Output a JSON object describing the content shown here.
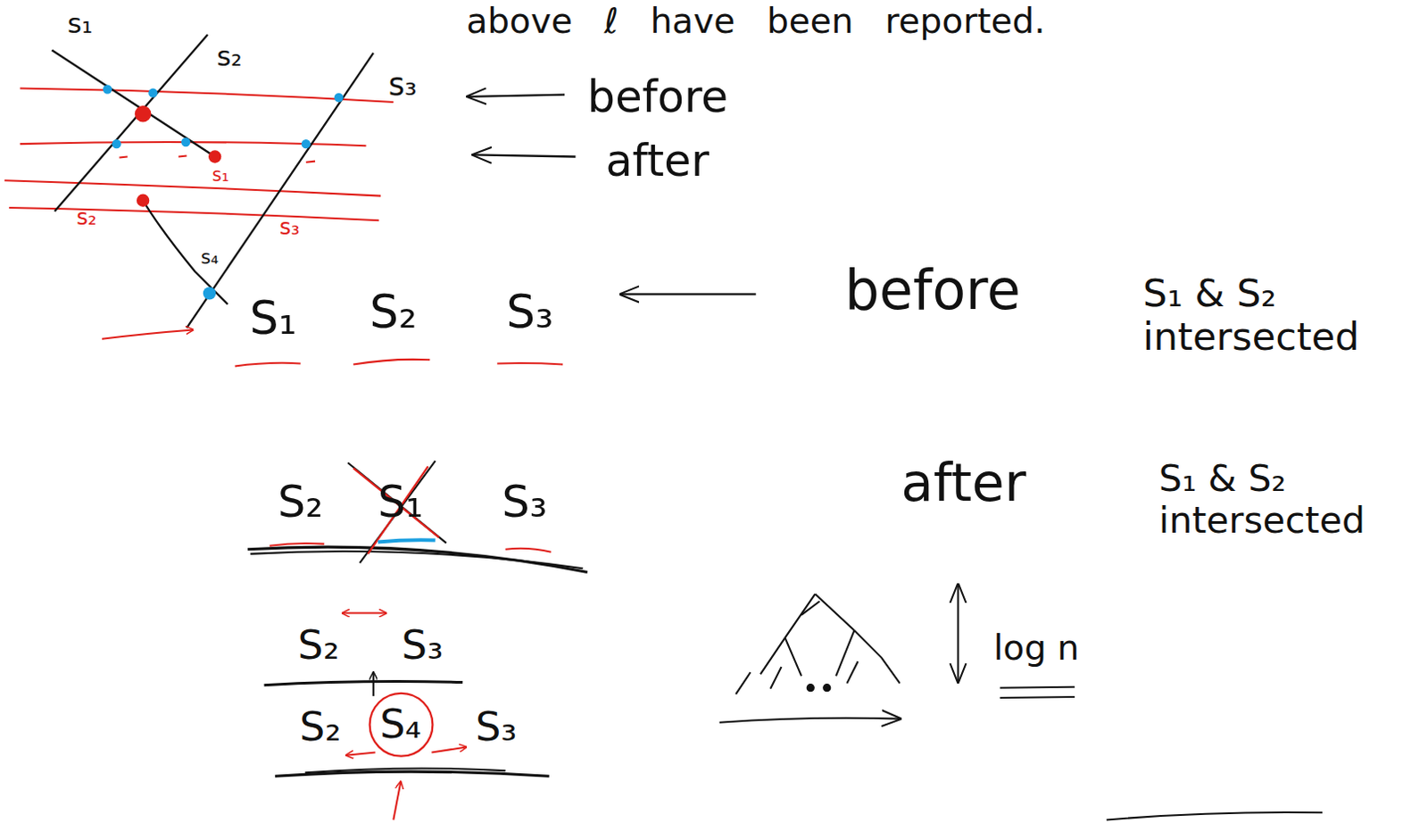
{
  "diagram": {
    "nodes": [
      {
        "text": [
          "S₄"
        ]
      }
    ],
    "labels": [
      "above ℓ have been reported.",
      "s₁",
      "s₂",
      "s₃",
      "s₁",
      "s₂",
      "s₃",
      "s₄",
      "before",
      "after",
      "S₁",
      "S₂",
      "S₃",
      "before",
      "S₁ & S₂ intersected",
      "S₂",
      "S₁",
      "S₃",
      "after",
      "S₁ & S₂ intersected",
      "S₂",
      "S₃",
      "S₂",
      "S₃",
      "log n"
    ]
  }
}
